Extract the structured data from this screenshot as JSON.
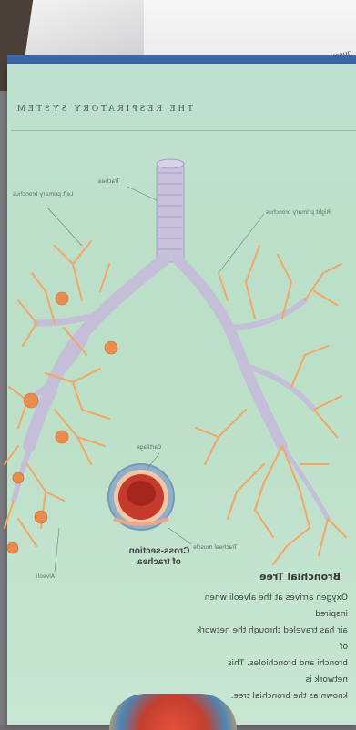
{
  "header": {
    "running_title": "THE RESPIRATORY SYSTEM"
  },
  "corner_text": "question",
  "labels": {
    "trachea": "Trachea",
    "left_primary_bronchus": "Left primary bronchus",
    "right_primary_bronchus": "Right primary bronchus",
    "cartilage": "Cartilage",
    "tracheal_muscle": "Tracheal muscle",
    "alveoli": "Alveoli"
  },
  "cross_section": {
    "line1": "Cross-section",
    "line2": "of trachea"
  },
  "section": {
    "title": "Bronchial Tree",
    "lines": [
      "Oxygen arrives at the alveoli when inspired",
      "air has traveled through the network of",
      "bronchi and bronchioles. This network is",
      "known as the bronchial tree."
    ]
  },
  "colors": {
    "page_bg": "#bfe0cf",
    "bronchi": "#c4bed8",
    "bronchioles": "#f2a766",
    "alveoli": "#e98d4e",
    "header_band": "#3b67a6"
  }
}
